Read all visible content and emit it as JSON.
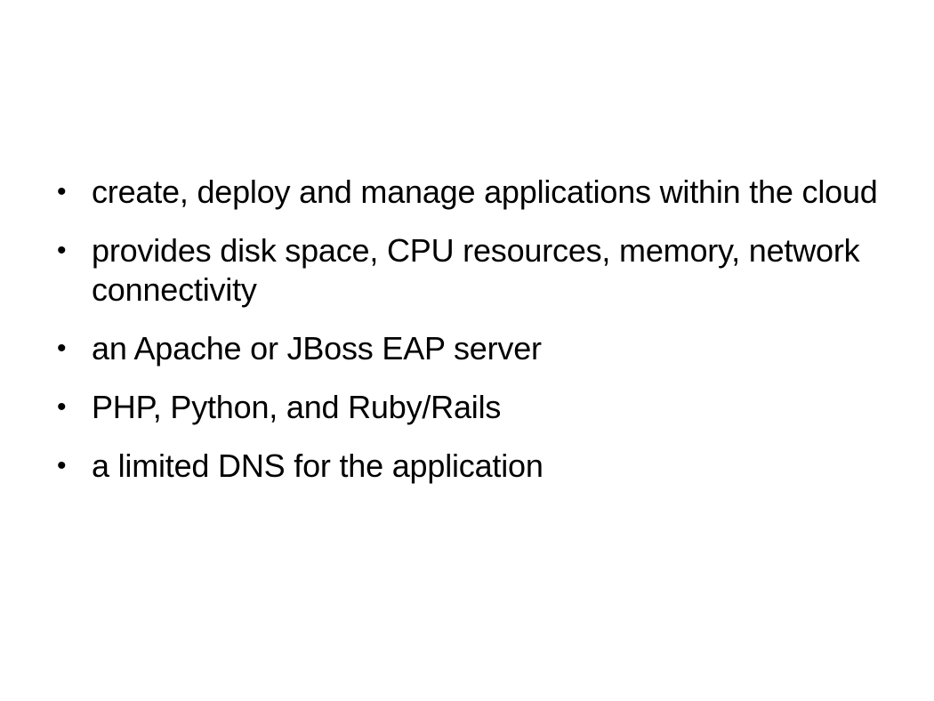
{
  "slide": {
    "bullet_glyph": "•",
    "bullets": [
      "create, deploy and manage applications within the cloud",
      "provides disk space, CPU resources, memory, network connectivity",
      "an Apache or JBoss EAP server",
      "PHP, Python, and Ruby/Rails",
      "a limited DNS for the application"
    ]
  }
}
